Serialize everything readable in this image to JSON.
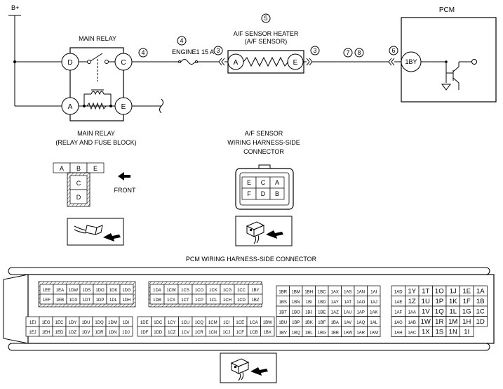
{
  "wiring": {
    "supply": "B+",
    "main_relay_title": "MAIN RELAY",
    "relay_pins": {
      "D": "D",
      "C": "C",
      "A": "A",
      "E": "E"
    },
    "fuse_callout": "4",
    "fuse_callout_2": "4",
    "fuse_label": "ENGINE1 15 A",
    "conn_callout_3a": "3",
    "conn_callout_3b": "3",
    "sensor_callout": "5",
    "sensor_title": "A/F SENSOR HEATER",
    "sensor_sub": "(A/F SENSOR)",
    "sensor_pins": {
      "A": "A",
      "E": "E"
    },
    "callout_7": "7",
    "callout_8": "8",
    "callout_6": "6",
    "pcm_title": "PCM",
    "pcm_pin": "1BY"
  },
  "relay_connector": {
    "title_1": "MAIN RELAY",
    "title_2": "(RELAY AND FUSE BLOCK)",
    "pins_top": [
      "A",
      "B",
      "E"
    ],
    "pins_col": [
      "C",
      "D"
    ],
    "front_label": "FRONT"
  },
  "sensor_connector": {
    "title_1": "A/F SENSOR",
    "title_2": "WIRING HARNESS-SIDE",
    "title_3": "CONNECTOR",
    "row1": [
      "E",
      "C",
      "A"
    ],
    "row2": [
      "F",
      "D",
      "B"
    ]
  },
  "pcm_connector": {
    "title": "PCM WIRING HARNESS-SIDE CONNECTOR",
    "blockA_top": [
      [
        "1EE",
        "1EA",
        "1DW",
        "1DS",
        "1DO",
        "1DK",
        "1DG"
      ],
      [
        "1EF",
        "1EB",
        "1DX",
        "1DT",
        "1DP",
        "1DL",
        "1DH"
      ]
    ],
    "blockA_bottom": [
      [
        "1EI",
        "1EG",
        "1EC",
        "1DY",
        "1DU",
        "1DQ",
        "1DM",
        "1DI"
      ],
      [
        "1EJ",
        "1EH",
        "1ED",
        "1DZ",
        "1DV",
        "1DR",
        "1DN",
        "1DJ"
      ]
    ],
    "blockB_top": [
      [
        "1DA",
        "1CW",
        "1CS",
        "1CO",
        "1CK",
        "1CG",
        "1CC",
        "1BY"
      ],
      [
        "1DB",
        "1CX",
        "1CT",
        "1CP",
        "1CL",
        "1CH",
        "1CD",
        "1BZ"
      ]
    ],
    "blockB_bottom": [
      [
        "1DE",
        "1DC",
        "1CY",
        "1CU",
        "1CQ",
        "1CM",
        "1CI",
        "1CE",
        "1CA",
        "1BW"
      ],
      [
        "1DF",
        "1DD",
        "1CZ",
        "1CV",
        "1CR",
        "1CN",
        "1CJ",
        "1CF",
        "1CB",
        "1BX"
      ]
    ],
    "blockC": [
      [
        "1BR",
        "1BM",
        "1BH",
        "1BC",
        "1AX",
        "1AS",
        "1AN",
        "1AI"
      ],
      [
        "1BS",
        "1BN",
        "1BI",
        "1BD",
        "1AY",
        "1AT",
        "1AO",
        "1AJ"
      ],
      [
        "1BT",
        "1BO",
        "1BJ",
        "1BE",
        "1AZ",
        "1AU",
        "1AP",
        "1AK"
      ],
      [
        "1BU",
        "1BP",
        "1BK",
        "1BF",
        "1BA",
        "1AV",
        "1AQ",
        "1AL"
      ],
      [
        "1BV",
        "1BQ",
        "1BL",
        "1BG",
        "1BB",
        "1AW",
        "1AR",
        "1AM"
      ]
    ],
    "blockD": [
      [
        "1AD",
        "1Y",
        "1T",
        "1O",
        "1J",
        "1E",
        "1A"
      ],
      [
        "1AE",
        "1Z",
        "1U",
        "1P",
        "1K",
        "1F",
        "1B"
      ],
      [
        "1AF",
        "1AA",
        "1V",
        "1Q",
        "1L",
        "1G",
        "1C"
      ],
      [
        "1AG",
        "1AB",
        "1W",
        "1R",
        "1M",
        "1H",
        "1D"
      ],
      [
        "1AH",
        "1AC",
        "1X",
        "1S",
        "1N",
        "1I"
      ]
    ]
  }
}
